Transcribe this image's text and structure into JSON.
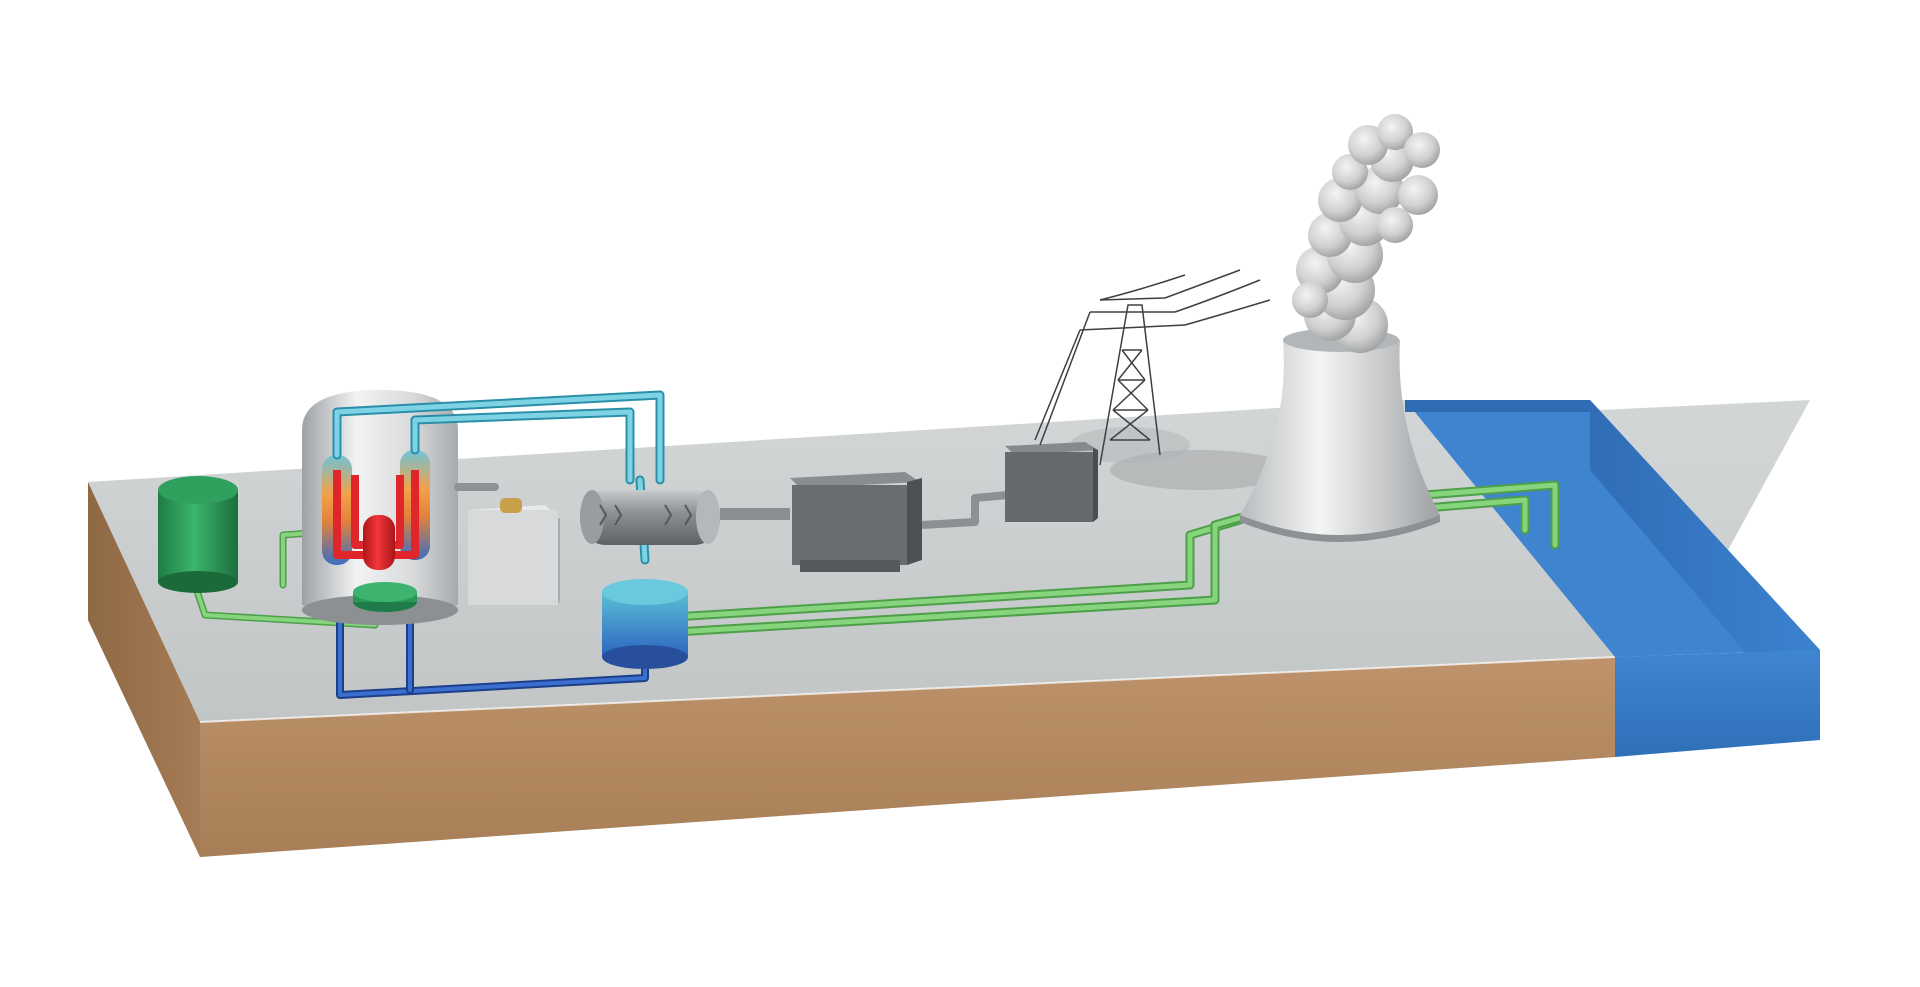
{
  "diagram": {
    "subject": "pressurized-water-reactor-power-plant",
    "components": [
      "green-storage-tank",
      "containment-building",
      "steam-generator-left",
      "steam-generator-right",
      "reactor-pressure-vessel",
      "green-coolant-pump",
      "pressurizer-box",
      "turbine",
      "generator",
      "transformer",
      "power-pylon",
      "cooling-tower",
      "steam-plume",
      "condenser",
      "water-basin"
    ],
    "colors": {
      "platform_top": "#c9cccd",
      "platform_front": "#b58b62",
      "water": "#3b7fc9",
      "steam_pipe": "#5ab8cc",
      "condensate_pipe": "#2c5bb5",
      "cooling_pipe": "#6fc46a",
      "primary_loop": "#e8262a",
      "storage_tank": "#2e9a5c",
      "machinery": "#6b6e72"
    }
  }
}
